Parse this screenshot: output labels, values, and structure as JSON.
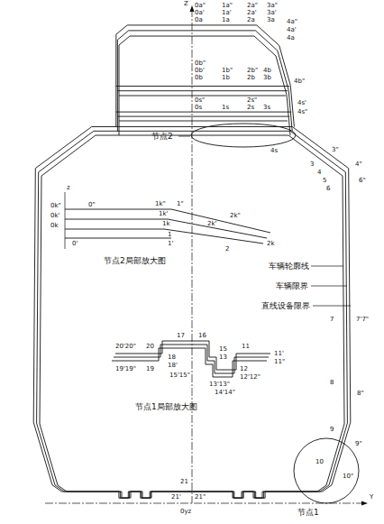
{
  "diagram": {
    "labels": [
      "Z",
      "0a\"",
      "0a'",
      "0a",
      "1a\"",
      "1a'",
      "1a",
      "2a\"",
      "2a'",
      "2a",
      "3a\"",
      "3a'",
      "3a",
      "4a\"",
      "4a'",
      "4a",
      "0b\"",
      "0b'",
      "0b",
      "1b\"",
      "1b",
      "2b\"",
      "2b",
      "3b",
      "4b",
      "4b\"",
      "0s\"",
      "0s",
      "1s",
      "2s\"",
      "2s",
      "3s",
      "4s'",
      "4s\"",
      "4s",
      "节点2",
      "z",
      "0k\"",
      "0k'",
      "0k",
      "0\"",
      "0'",
      "1k\"",
      "1k'",
      "1k",
      "1\"",
      "1",
      "1'",
      "2k\"",
      "2k'",
      "2k",
      "2",
      "节点2局部放大图",
      "3",
      "3\"",
      "4",
      "4\"",
      "5",
      "6",
      "6\"",
      "7",
      "7'7\"",
      "8",
      "8\"",
      "9",
      "9\"",
      "10",
      "10\"",
      "Y",
      "20",
      "20'20\"",
      "19",
      "19'19\"",
      "18",
      "18'",
      "17",
      "16",
      "15",
      "13",
      "11",
      "11'",
      "11\"",
      "12",
      "12'12\"",
      "13'13\"",
      "15'15\"",
      "14'14\"",
      "节点1局部放大图",
      "21",
      "21'",
      "21\"",
      "0yz",
      "节点1",
      "车辆轮廓线",
      "车辆限界",
      "直线设备限界"
    ]
  }
}
